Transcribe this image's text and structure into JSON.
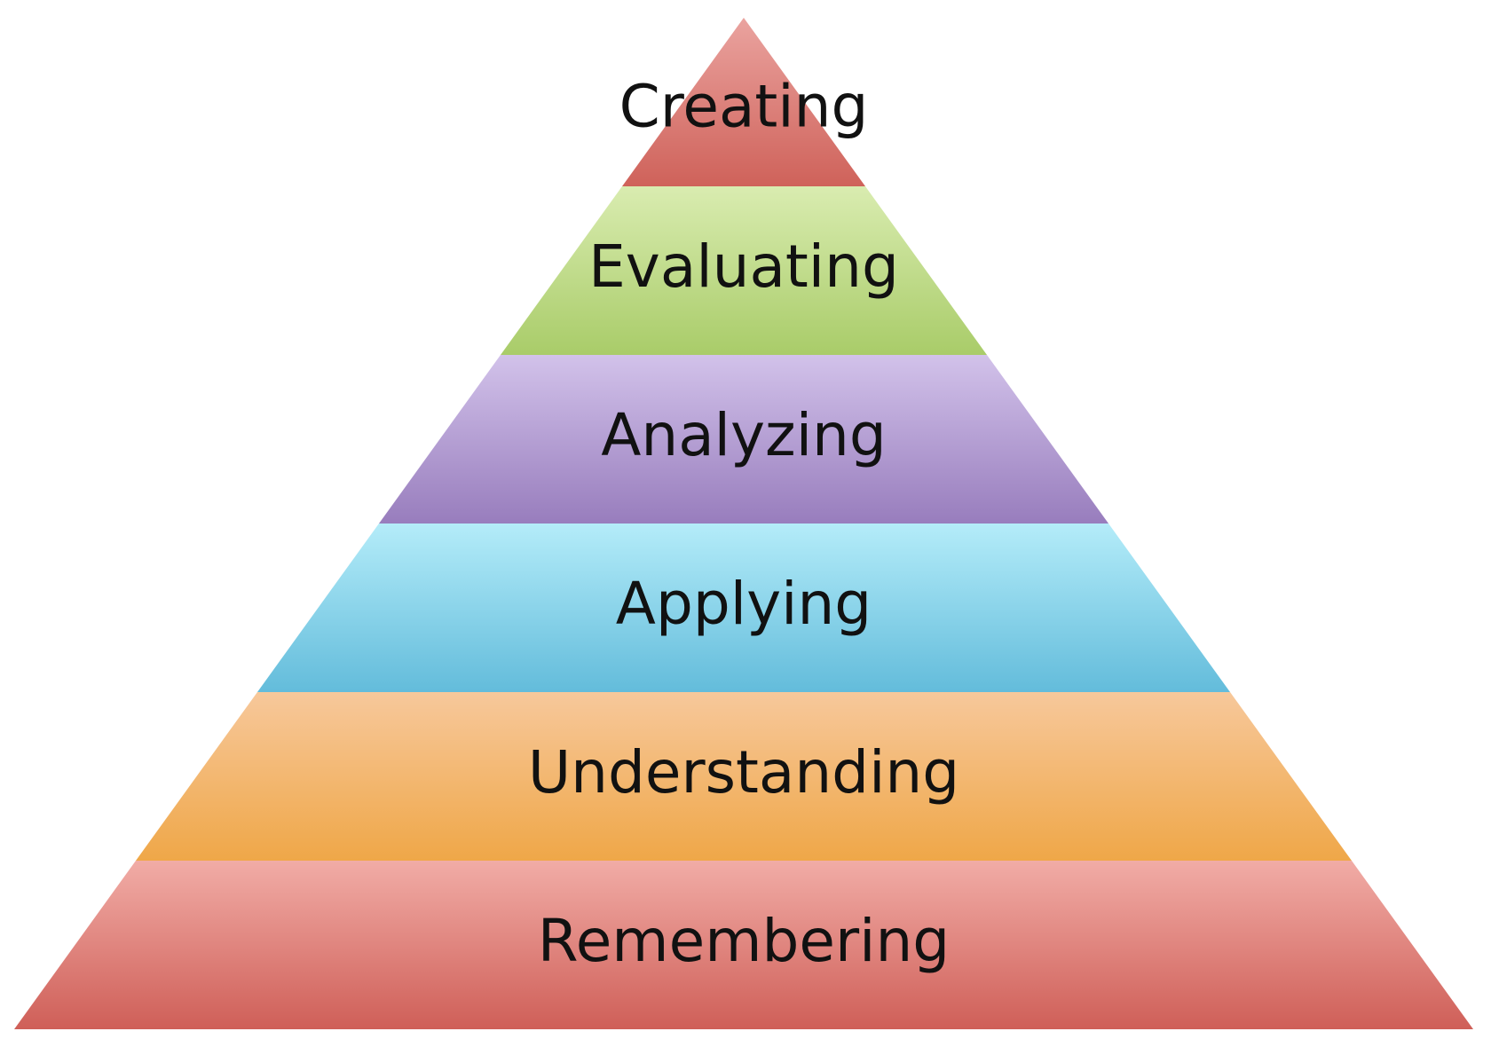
{
  "diagram": {
    "levels": [
      {
        "label": "Creating",
        "color_top": "#eaa39f",
        "color_bottom": "#cf625a"
      },
      {
        "label": "Evaluating",
        "color_top": "#d9ecb0",
        "color_bottom": "#a9cc69"
      },
      {
        "label": "Analyzing",
        "color_top": "#d2c2ea",
        "color_bottom": "#987dbd"
      },
      {
        "label": "Applying",
        "color_top": "#b4ecf9",
        "color_bottom": "#63bcdb"
      },
      {
        "label": "Understanding",
        "color_top": "#f7c89b",
        "color_bottom": "#efa748"
      },
      {
        "label": "Remembering",
        "color_top": "#f1aca6",
        "color_bottom": "#cf5f58"
      }
    ]
  }
}
